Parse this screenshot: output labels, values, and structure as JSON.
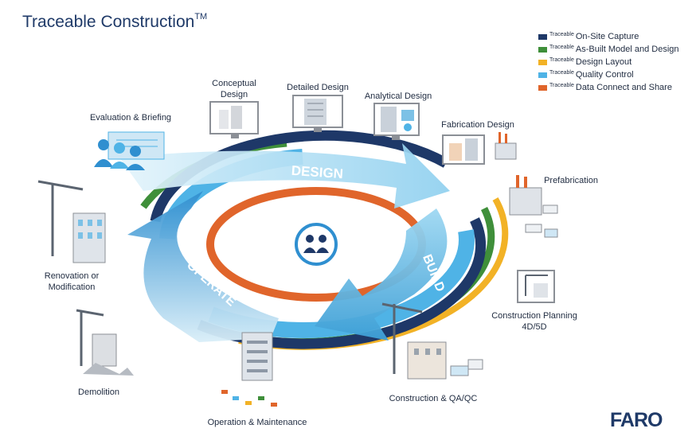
{
  "title": "Traceable Construction",
  "title_mark": "TM",
  "legend": {
    "prefix": "Traceable",
    "items": [
      {
        "label": "On-Site Capture",
        "color": "#1e3868"
      },
      {
        "label": "As-Built Model and Design",
        "color": "#3f8f3a"
      },
      {
        "label": "Design Layout",
        "color": "#f2b226"
      },
      {
        "label": "Quality Control",
        "color": "#4fb3e6"
      },
      {
        "label": "Data Connect and Share",
        "color": "#e0652b"
      }
    ]
  },
  "phases": {
    "design": "DESIGN",
    "build": "BUILD",
    "operate": "OPERATE"
  },
  "stages": {
    "conceptual_design": [
      "Conceptual",
      "Design"
    ],
    "detailed_design": "Detailed Design",
    "analytical_design": "Analytical Design",
    "fabrication_design": "Fabrication Design",
    "prefabrication": "Prefabrication",
    "construction_planning": [
      "Construction Planning",
      "4D/5D"
    ],
    "construction_qa": "Construction & QA/QC",
    "operation_maintenance": "Operation & Maintenance",
    "demolition": "Demolition",
    "renovation": [
      "Renovation or",
      "Modification"
    ],
    "evaluation": "Evaluation & Briefing"
  },
  "logo": "FARO",
  "colors": {
    "arrow_light": "#a8dcf3",
    "arrow_dark": "#3a9fd8",
    "ring_dark": "#1e3868",
    "ring_green": "#3f8f3a",
    "ring_yellow": "#f2b226",
    "ring_blue": "#4fb3e6",
    "ring_orange": "#e0652b"
  }
}
